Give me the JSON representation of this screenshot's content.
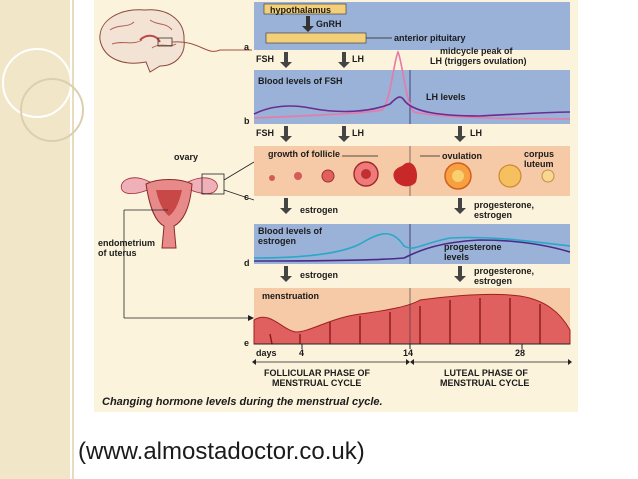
{
  "labels": {
    "hypothalamus": "hypothalamus",
    "gnrh": "GnRH",
    "anterior_pituitary": "anterior pituitary",
    "midcycle_line1": "midcycle peak of",
    "midcycle_line2": "LH (triggers ovulation)",
    "fsh_top": "FSH",
    "lh_top": "LH",
    "blood_fsh": "Blood levels of FSH",
    "lh_levels": "LH levels",
    "fsh_b": "FSH",
    "lh_b1": "LH",
    "lh_b2": "LH",
    "ovary": "ovary",
    "growth_follicle": "growth of follicle",
    "ovulation": "ovulation",
    "corpus": "corpus",
    "luteum": "luteum",
    "estrogen_c": "estrogen",
    "prog_c1": "progesterone,",
    "prog_c2": "estrogen",
    "endometrium1": "endometrium",
    "endometrium2": "of uterus",
    "blood_est1": "Blood levels of",
    "blood_est2": "estrogen",
    "prog_levels1": "progesterone",
    "prog_levels2": "levels",
    "estrogen_d": "estrogen",
    "prog_d1": "progesterone,",
    "prog_d2": "estrogen",
    "menstruation": "menstruation",
    "days": "days",
    "day4": "4",
    "day14": "14",
    "day28": "28",
    "follicular1": "FOLLICULAR PHASE OF",
    "follicular2": "MENSTRUAL CYCLE",
    "luteal1": "LUTEAL PHASE OF",
    "luteal2": "MENSTRUAL CYCLE",
    "panel_a": "a",
    "panel_b": "b",
    "panel_c": "c",
    "panel_d": "d",
    "panel_e": "e"
  },
  "caption": "Changing hormone levels during the menstrual cycle.",
  "source": "(www.almostadoctor.co.uk)",
  "colors": {
    "panel_blue": "#9ab1d8",
    "fsh_curve": "#6a2c91",
    "lh_curve": "#e87aa8",
    "estrogen_curve": "#2aa8c8",
    "progesterone_curve": "#4a2a88",
    "tissue": "#f6c9a7",
    "endometrium": "#d44040",
    "bar": "#f3cf7a"
  }
}
